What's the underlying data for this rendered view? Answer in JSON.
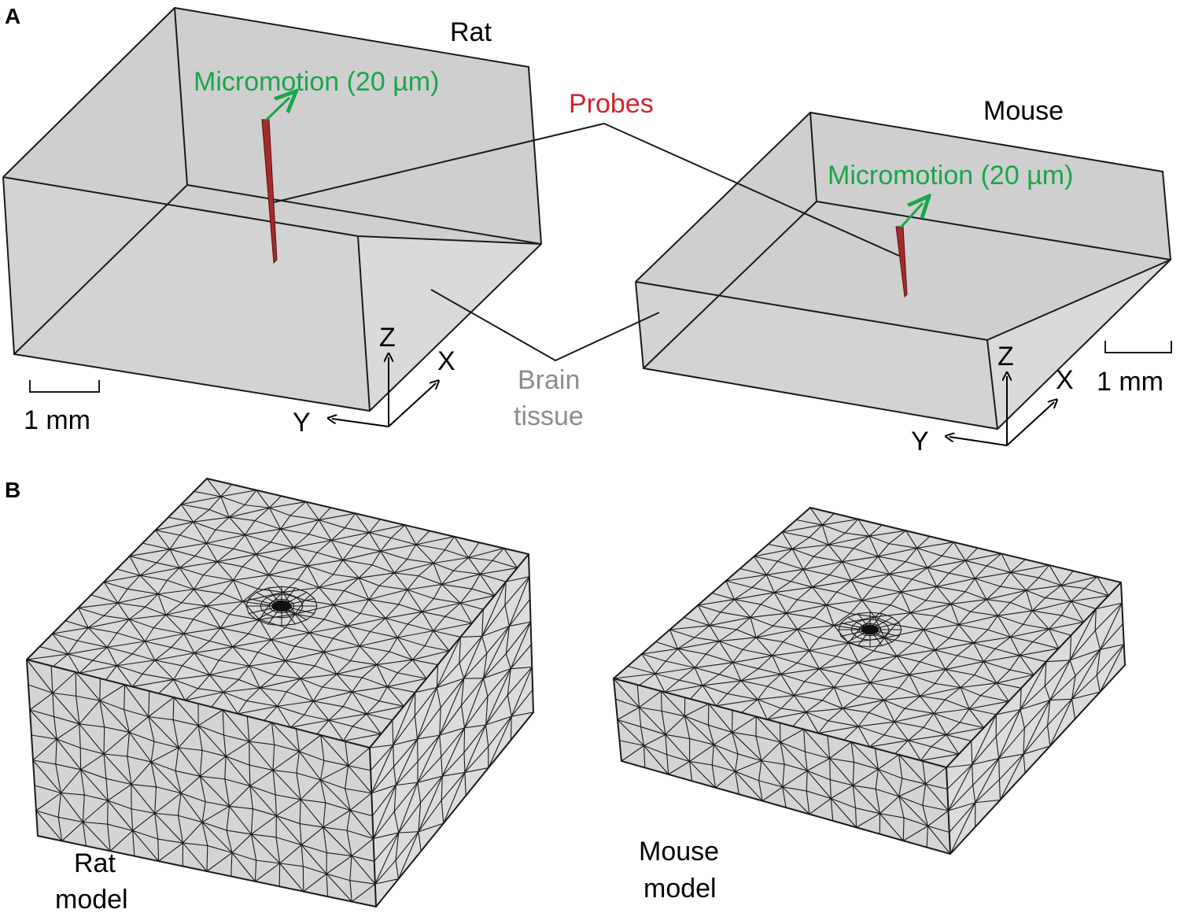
{
  "panels": {
    "a": "A",
    "b": "B"
  },
  "rat": {
    "title": "Rat",
    "micromotion": "Micromotion (20 µm)",
    "scale": "1 mm",
    "axes": {
      "z": "Z",
      "x": "X",
      "y": "Y"
    }
  },
  "mouse": {
    "title": "Mouse",
    "micromotion": "Micromotion (20 µm)",
    "scale": "1 mm",
    "axes": {
      "z": "Z",
      "x": "X",
      "y": "Y"
    }
  },
  "probes_label": "Probes",
  "brain_tissue": {
    "line1": "Brain",
    "line2": "tissue"
  },
  "models": {
    "rat": {
      "line1": "Rat",
      "line2": "model"
    },
    "mouse": {
      "line1": "Mouse",
      "line2": "model"
    }
  },
  "colors": {
    "micromotion": "#1aa64a",
    "probes": "#d2232a",
    "probe_fill": "#a52a2a",
    "tissue_label": "#8c8c8c",
    "box_face": "#d9d9d9"
  }
}
